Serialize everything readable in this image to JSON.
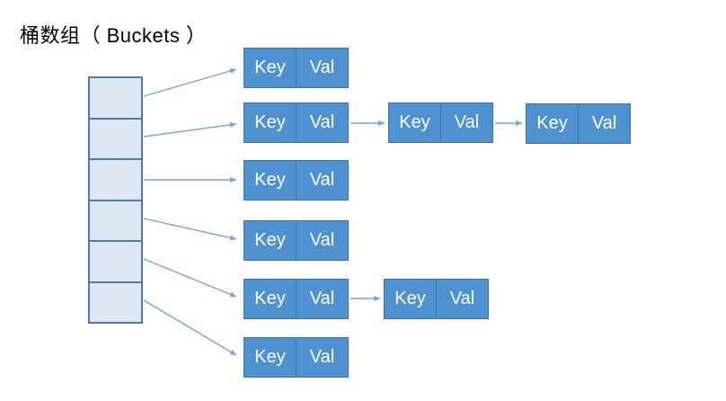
{
  "title": "桶数组（ Buckets ）",
  "bucket_array": {
    "label": "Buckets",
    "cell_count": 6
  },
  "chains": [
    {
      "bucket_index": 0,
      "nodes": [
        {
          "key": "Key",
          "val": "Val"
        }
      ]
    },
    {
      "bucket_index": 1,
      "nodes": [
        {
          "key": "Key",
          "val": "Val"
        },
        {
          "key": "Key",
          "val": "Val"
        },
        {
          "key": "Key",
          "val": "Val"
        }
      ]
    },
    {
      "bucket_index": 2,
      "nodes": [
        {
          "key": "Key",
          "val": "Val"
        }
      ]
    },
    {
      "bucket_index": 3,
      "nodes": [
        {
          "key": "Key",
          "val": "Val"
        }
      ]
    },
    {
      "bucket_index": 4,
      "nodes": [
        {
          "key": "Key",
          "val": "Val"
        },
        {
          "key": "Key",
          "val": "Val"
        }
      ]
    },
    {
      "bucket_index": 5,
      "nodes": [
        {
          "key": "Key",
          "val": "Val"
        }
      ]
    }
  ],
  "colors": {
    "node_fill": "#4f92d1",
    "node_border": "#41719c",
    "bucket_fill": "#dde8f4",
    "bucket_border": "#4a7cae",
    "arrow": "#74a4d8",
    "title_color": "#000000",
    "node_text": "#ffffff",
    "bg": "#ffffff"
  }
}
